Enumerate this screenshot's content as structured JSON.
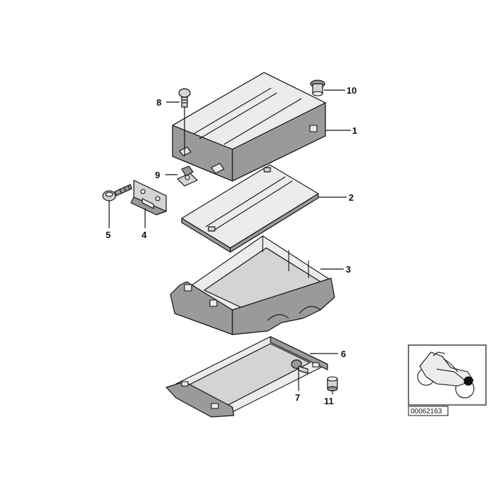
{
  "diagram": {
    "callouts": {
      "c1": "1",
      "c2": "2",
      "c3": "3",
      "c4": "4",
      "c5": "5",
      "c6": "6",
      "c7": "7",
      "c8": "8",
      "c9": "9",
      "c10": "10",
      "c11": "11"
    },
    "inset": {
      "reference_code": "00062163"
    }
  }
}
